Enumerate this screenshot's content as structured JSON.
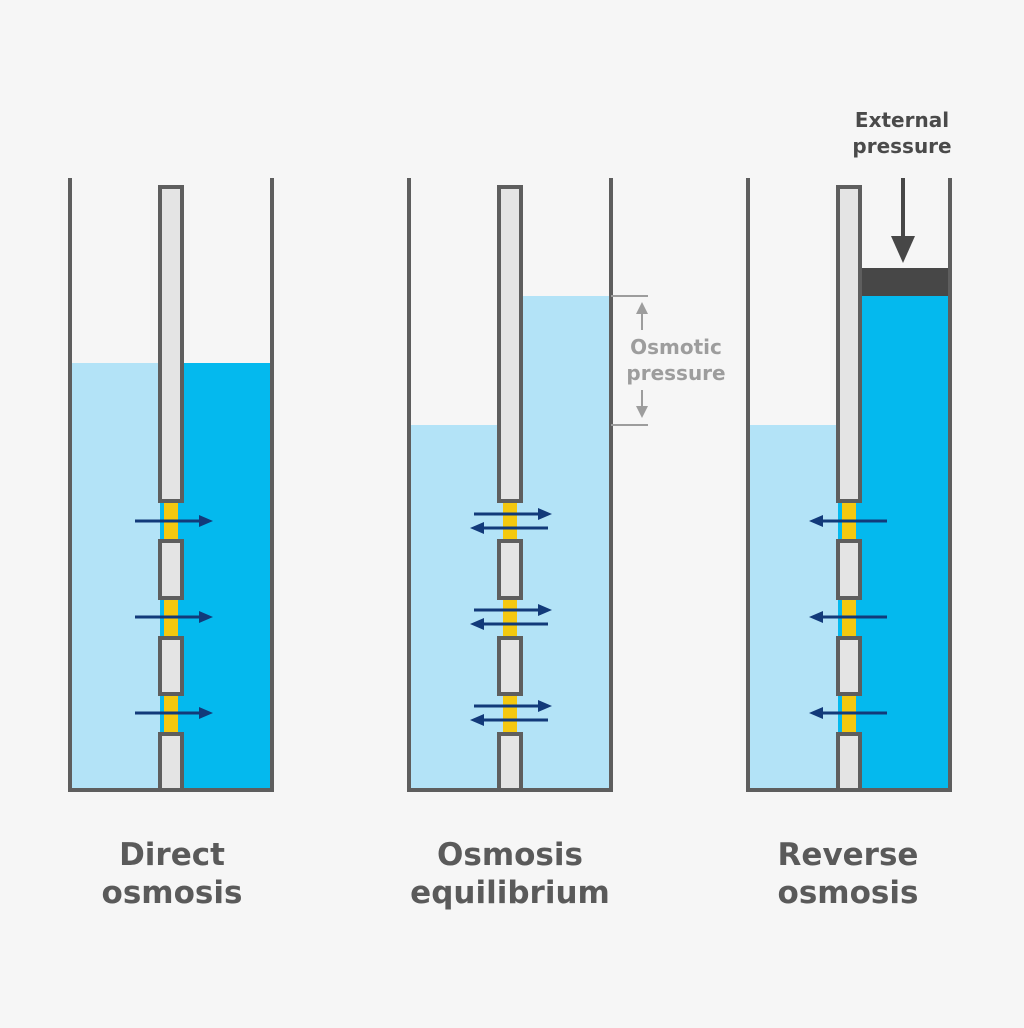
{
  "panels": [
    {
      "id": "direct",
      "caption": [
        "Direct",
        "osmosis"
      ],
      "flow": "right",
      "colors": {
        "left_water": "#b3e3f7",
        "right_water": "#04b9ee"
      }
    },
    {
      "id": "equilibrium",
      "caption": [
        "Osmosis",
        "equilibrium"
      ],
      "flow": "both",
      "colors": {
        "left_water": "#b3e3f7",
        "right_water": "#b3e3f7"
      }
    },
    {
      "id": "reverse",
      "caption": [
        "Reverse",
        "osmosis"
      ],
      "flow": "left",
      "colors": {
        "left_water": "#b3e3f7",
        "right_water": "#04b9ee"
      }
    }
  ],
  "osmotic_pressure_label": [
    "Osmotic",
    "pressure"
  ],
  "external_pressure_label": [
    "External",
    "pressure"
  ],
  "colors": {
    "container": "#5e5e5e",
    "membrane_fill": "#e4e4e4",
    "membrane_pore": "#f4c80f",
    "flow_arrow": "#123a7a",
    "piston": "#474747",
    "dimension_line": "#9d9d9d",
    "caption_text": "#5a5a5a"
  }
}
